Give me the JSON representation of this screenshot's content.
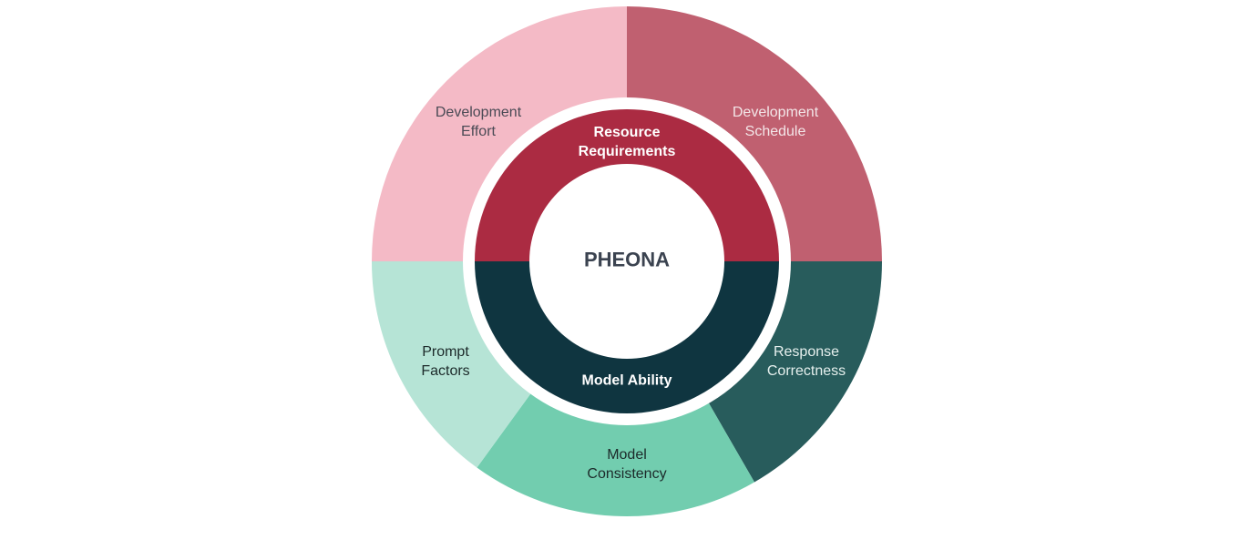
{
  "diagram": {
    "center": {
      "label": "PHEONA",
      "color": "#3b4350"
    },
    "inner_ring": [
      {
        "id": "resource-requirements",
        "line1": "Resource",
        "line2": "Requirements",
        "color": "#ab2b42",
        "text_color": "#ffffff"
      },
      {
        "id": "model-ability",
        "line1": "Model Ability",
        "line2": "",
        "color": "#0f3540",
        "text_color": "#ffffff"
      }
    ],
    "outer_ring": [
      {
        "id": "development-effort",
        "line1": "Development",
        "line2": "Effort",
        "color": "#f4bac6",
        "text_color": "#4a4a55",
        "parent": "resource-requirements"
      },
      {
        "id": "development-schedule",
        "line1": "Development",
        "line2": "Schedule",
        "color": "#c06070",
        "text_color": "#f3e6e8",
        "parent": "resource-requirements"
      },
      {
        "id": "response-correctness",
        "line1": "Response",
        "line2": "Correctness",
        "color": "#285c5c",
        "text_color": "#e6f0ee",
        "parent": "model-ability"
      },
      {
        "id": "model-consistency",
        "line1": "Model",
        "line2": "Consistency",
        "color": "#72cdaf",
        "text_color": "#1c2a2a",
        "parent": "model-ability"
      },
      {
        "id": "prompt-factors",
        "line1": "Prompt",
        "line2": "Factors",
        "color": "#b6e4d6",
        "text_color": "#1c2a2a",
        "parent": "model-ability"
      }
    ]
  }
}
